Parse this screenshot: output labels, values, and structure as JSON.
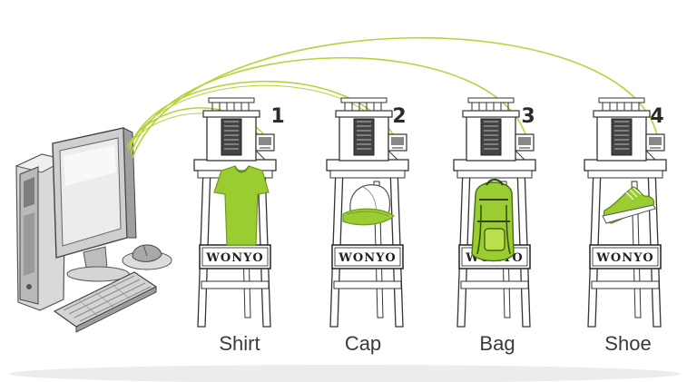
{
  "brand": "WONYO",
  "colors": {
    "accent_green": "#9acd32",
    "wire_green": "#b5d33a",
    "line_dark": "#333333",
    "shadow_gray": "#e6e6e6"
  },
  "computer": {
    "icons": [
      "computer-tower-icon",
      "monitor-icon",
      "keyboard-icon",
      "mouse-icon"
    ]
  },
  "machines": [
    {
      "number": "1",
      "label": "Shirt",
      "product_icon": "shirt-icon"
    },
    {
      "number": "2",
      "label": "Cap",
      "product_icon": "cap-icon"
    },
    {
      "number": "3",
      "label": "Bag",
      "product_icon": "backpack-icon"
    },
    {
      "number": "4",
      "label": "Shoe",
      "product_icon": "shoe-icon"
    }
  ]
}
